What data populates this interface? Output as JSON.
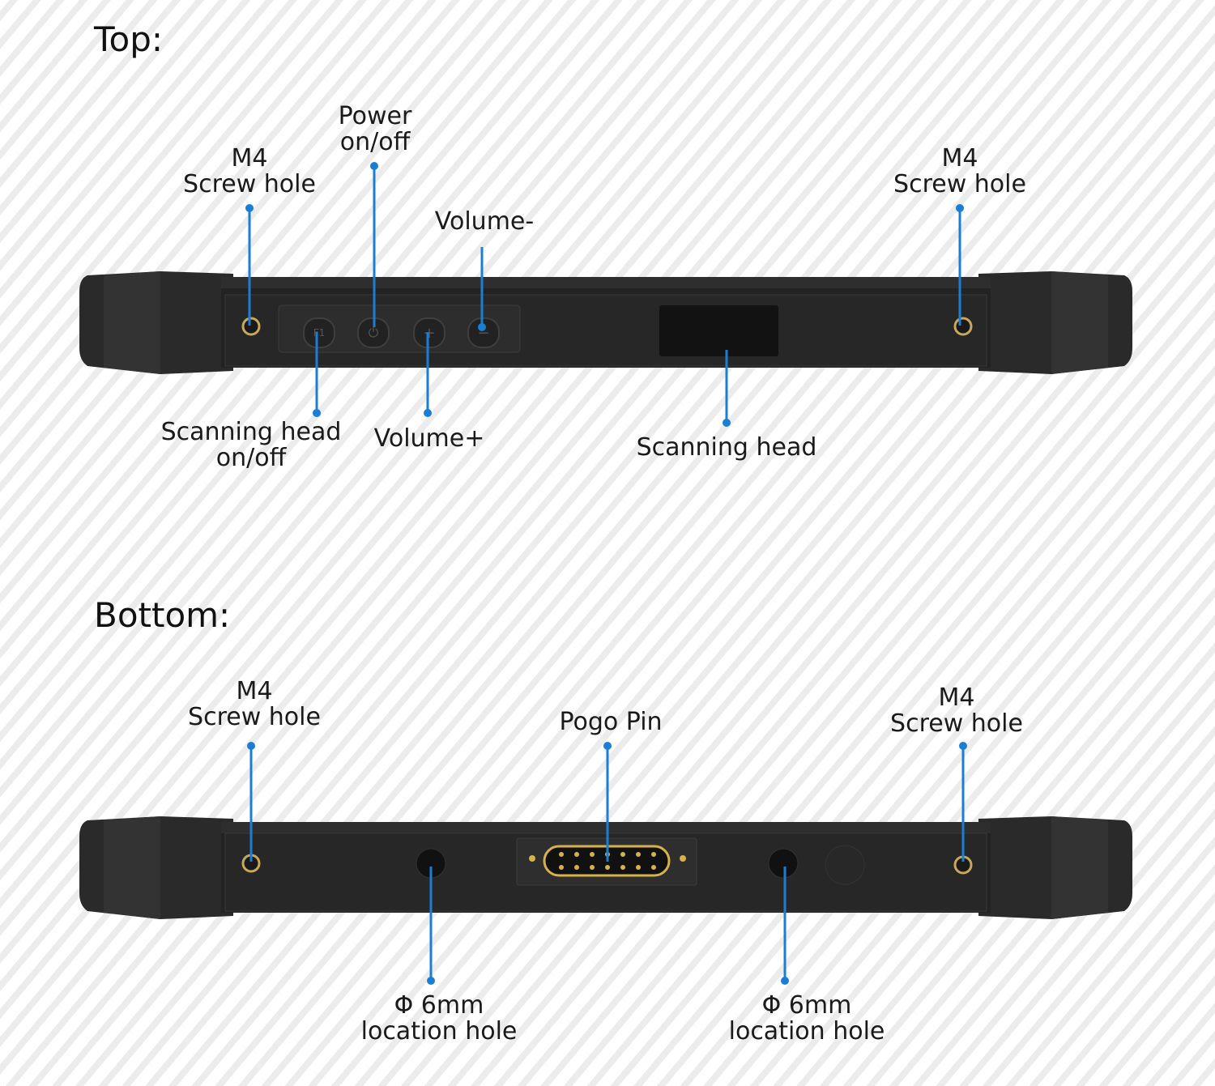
{
  "top": {
    "heading": "Top:",
    "labels": {
      "m4_left_line1": "M4",
      "m4_left_line2": "Screw hole",
      "power_line1": "Power",
      "power_line2": "on/off",
      "volume_minus": "Volume-",
      "m4_right_line1": "M4",
      "m4_right_line2": "Screw hole",
      "scan_onoff_line1": "Scanning head",
      "scan_onoff_line2": "on/off",
      "volume_plus": "Volume+",
      "scanning_head": "Scanning head"
    },
    "button_glyphs": {
      "f1": "F1",
      "power": "⏻",
      "plus": "+",
      "minus": "−"
    }
  },
  "bottom": {
    "heading": "Bottom:",
    "labels": {
      "m4_left_line1": "M4",
      "m4_left_line2": "Screw hole",
      "pogo_pin": "Pogo Pin",
      "m4_right_line1": "M4",
      "m4_right_line2": "Screw hole",
      "loc_left_line1": "Φ 6mm",
      "loc_left_line2": "location hole",
      "loc_right_line1": "Φ 6mm",
      "loc_right_line2": "location hole"
    }
  },
  "colors": {
    "callout": "#1a7fd4",
    "device_body": "#2b2b2b",
    "device_dark": "#1c1c1c",
    "screw_gold": "#c8a85a",
    "pogo_gold": "#d6b24a"
  }
}
